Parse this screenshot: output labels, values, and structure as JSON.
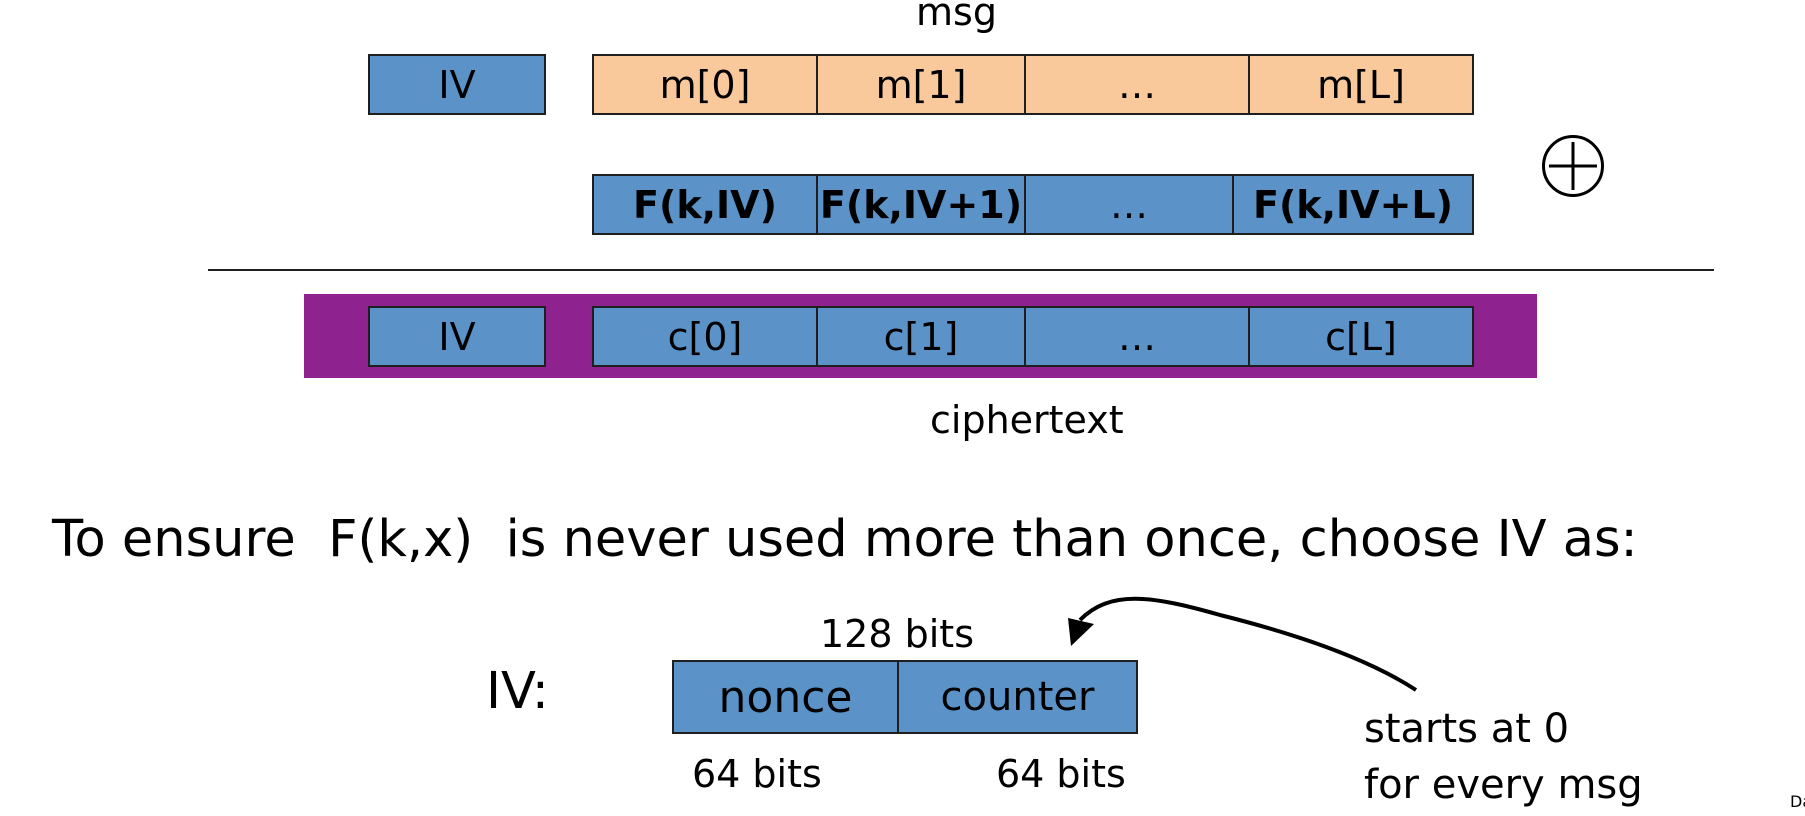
{
  "top": {
    "msg_label": "msg",
    "iv_label": "IV",
    "msg_cells": [
      "m[0]",
      "m[1]",
      "…",
      "m[L]"
    ],
    "f_cells": [
      "F(k,IV)",
      "F(k,IV+1)",
      "…",
      "F(k,IV+L)"
    ],
    "cipher_iv_label": "IV",
    "cipher_cells": [
      "c[0]",
      "c[1]",
      "…",
      "c[L]"
    ],
    "ciphertext_label": "ciphertext",
    "xor_symbol_icon": "circled-plus-icon"
  },
  "statement": "To ensure  F(k,x)  is never used more than once, choose IV as:",
  "iv_layout": {
    "iv_prefix": "IV:",
    "total_bits": "128 bits",
    "fields": [
      {
        "name": "nonce",
        "bits": "64 bits"
      },
      {
        "name": "counter",
        "bits": "64 bits"
      }
    ],
    "annotation_line1": "starts at 0",
    "annotation_line2": "for every msg",
    "arrow_icon": "curved-arrow-icon"
  },
  "corner_text": "Da",
  "colors": {
    "block_blue": "#5b93c9",
    "msg_orange": "#f9c89b",
    "ciphertext_purple": "#8e2390"
  }
}
